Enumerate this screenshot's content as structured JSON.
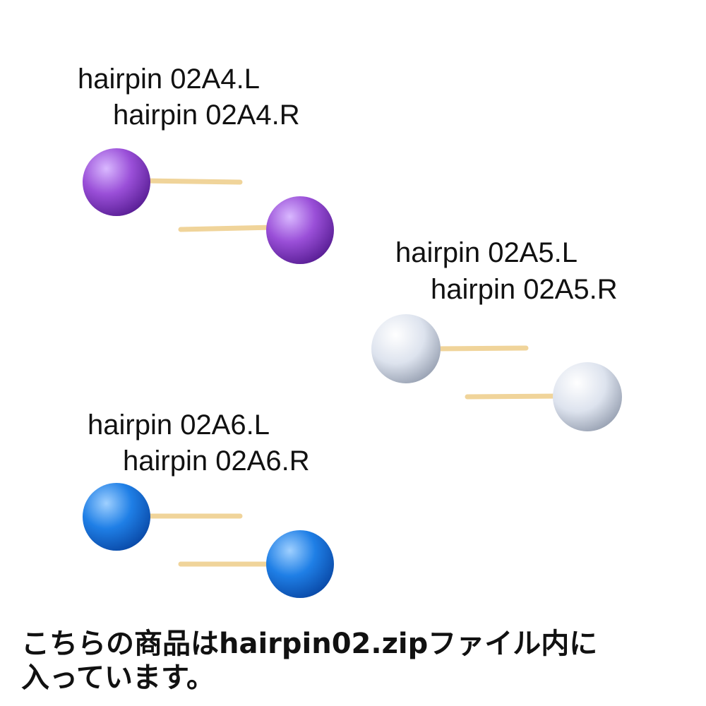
{
  "products": [
    {
      "label_left": "hairpin 02A4.L",
      "label_right": "hairpin 02A4.R",
      "color": "purple",
      "sphere_colors": {
        "light": "#d9b8ff",
        "mid": "#9a4fd8",
        "dark": "#5a1f96"
      }
    },
    {
      "label_left": "hairpin 02A5.L",
      "label_right": "hairpin 02A5.R",
      "color": "pearl white",
      "sphere_colors": {
        "light": "#ffffff",
        "mid": "#dde3ee",
        "dark": "#9aa3b4"
      }
    },
    {
      "label_left": "hairpin 02A6.L",
      "label_right": "hairpin 02A6.R",
      "color": "blue",
      "sphere_colors": {
        "light": "#9fd0ff",
        "mid": "#1f7fe6",
        "dark": "#0a4aa8"
      }
    }
  ],
  "pin_color": "#f0d49a",
  "caption": {
    "line1": "こちらの商品はhairpin02.zipファイル内に",
    "line2": "入っています。"
  }
}
